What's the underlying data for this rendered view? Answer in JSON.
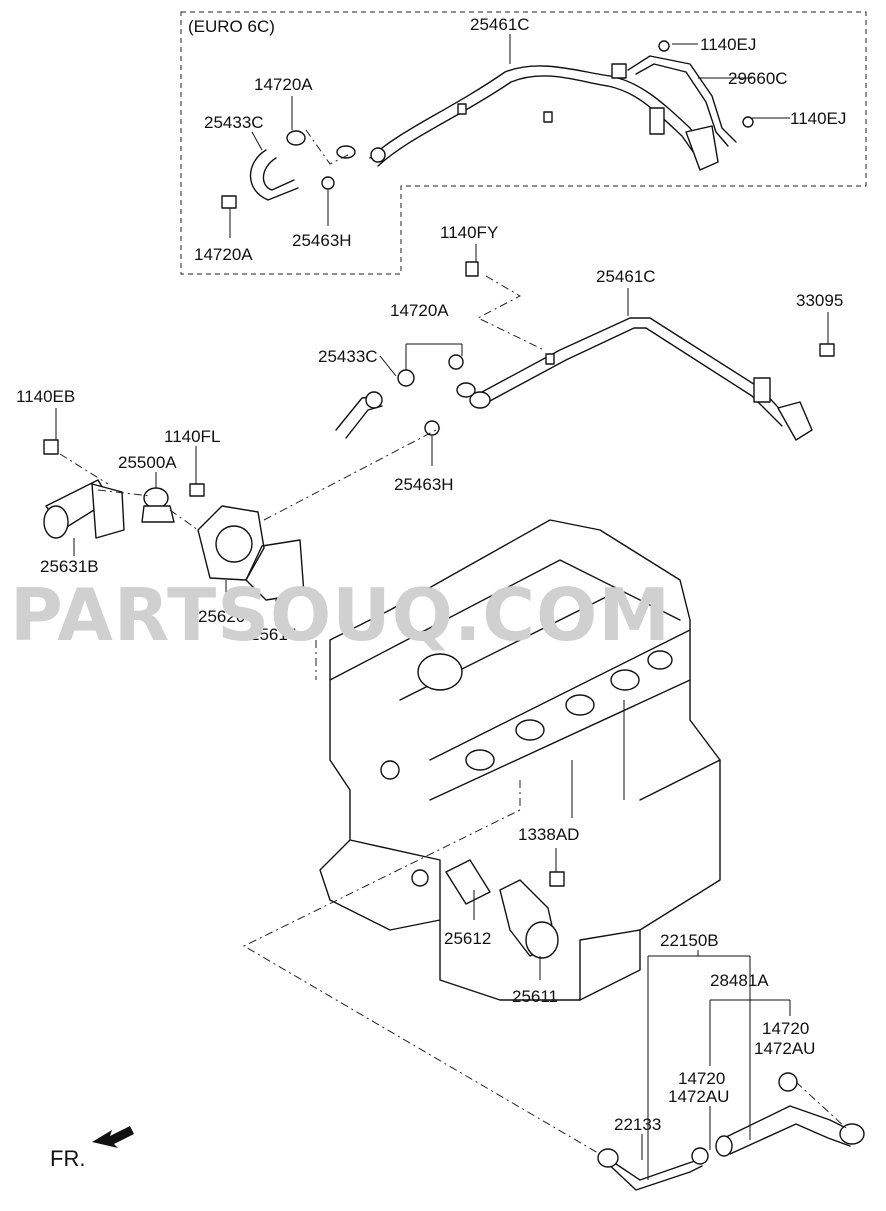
{
  "watermark": "PARTSOUQ.COM",
  "euro_box_label": "(EURO 6C)",
  "front_indicator": "FR.",
  "labels": {
    "p25461C_top": "25461C",
    "p1140EJ_a": "1140EJ",
    "p29660C": "29660C",
    "p1140EJ_b": "1140EJ",
    "p14720A_top": "14720A",
    "p25433C_top": "25433C",
    "p14720A_top2": "14720A",
    "p25463H_top": "25463H",
    "p1140FY": "1140FY",
    "p25461C_mid": "25461C",
    "p33095": "33095",
    "p14720A_mid": "14720A",
    "p25433C_mid": "25433C",
    "p25463H_mid": "25463H",
    "p1140EB": "1140EB",
    "p1140FL": "1140FL",
    "p25500A": "25500A",
    "p25631B": "25631B",
    "p25620": "25620",
    "p25614": "25614",
    "p1338AD": "1338AD",
    "p25612": "25612",
    "p25611": "25611",
    "p22150B": "22150B",
    "p28481A": "28481A",
    "p14720_a": "14720",
    "p1472AU_a": "1472AU",
    "p14720_b": "14720",
    "p1472AU_b": "1472AU",
    "p22133": "22133"
  }
}
